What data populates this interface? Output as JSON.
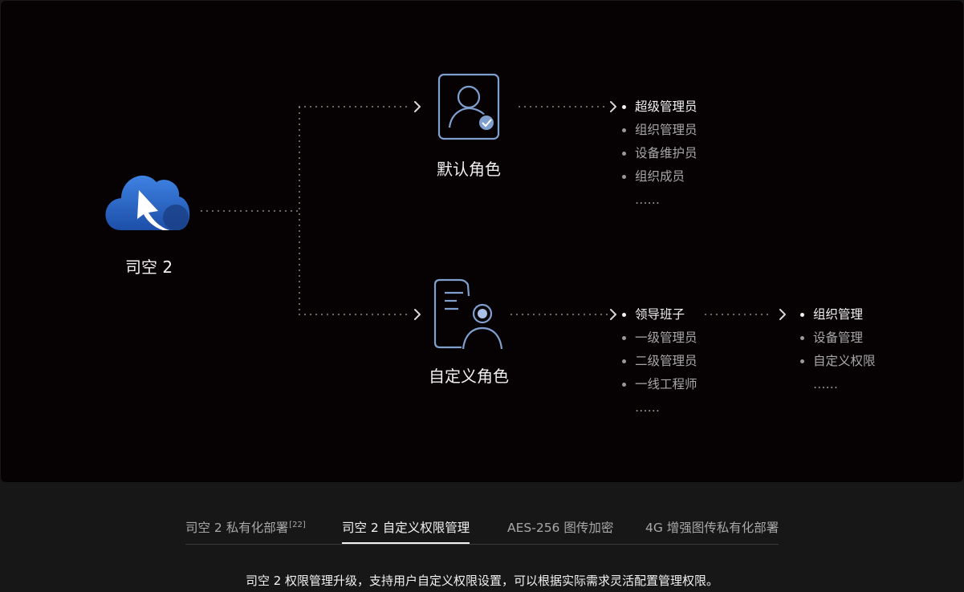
{
  "diagram": {
    "source": {
      "label": "司空 2",
      "icon": "cloud-logo-icon"
    },
    "default_role": {
      "label": "默认角色",
      "icon": "user-check-icon",
      "items": [
        "超级管理员",
        "组织管理员",
        "设备维护员",
        "组织成员"
      ],
      "more": "……"
    },
    "custom_role": {
      "label": "自定义角色",
      "icon": "user-document-icon",
      "items": [
        "领导班子",
        "一级管理员",
        "二级管理员",
        "一线工程师"
      ],
      "more": "……",
      "permissions": {
        "items": [
          "组织管理",
          "设备管理",
          "自定义权限"
        ],
        "more": "……"
      }
    }
  },
  "tabs": [
    {
      "label": "司空 2 私有化部署",
      "sup": "[22]"
    },
    {
      "label": "司空 2 自定义权限管理",
      "sup": ""
    },
    {
      "label": "AES-256 图传加密",
      "sup": ""
    },
    {
      "label": "4G 增强图传私有化部署",
      "sup": ""
    }
  ],
  "active_tab_index": 1,
  "caption": "司空 2 权限管理升级，支持用户自定义权限设置，可以根据实际需求灵活配置管理权限。",
  "colors": {
    "background": "#171717",
    "panel": "#060203",
    "icon_stroke": "#7f9fcf",
    "cloud_blue": "#2f6bd0"
  }
}
